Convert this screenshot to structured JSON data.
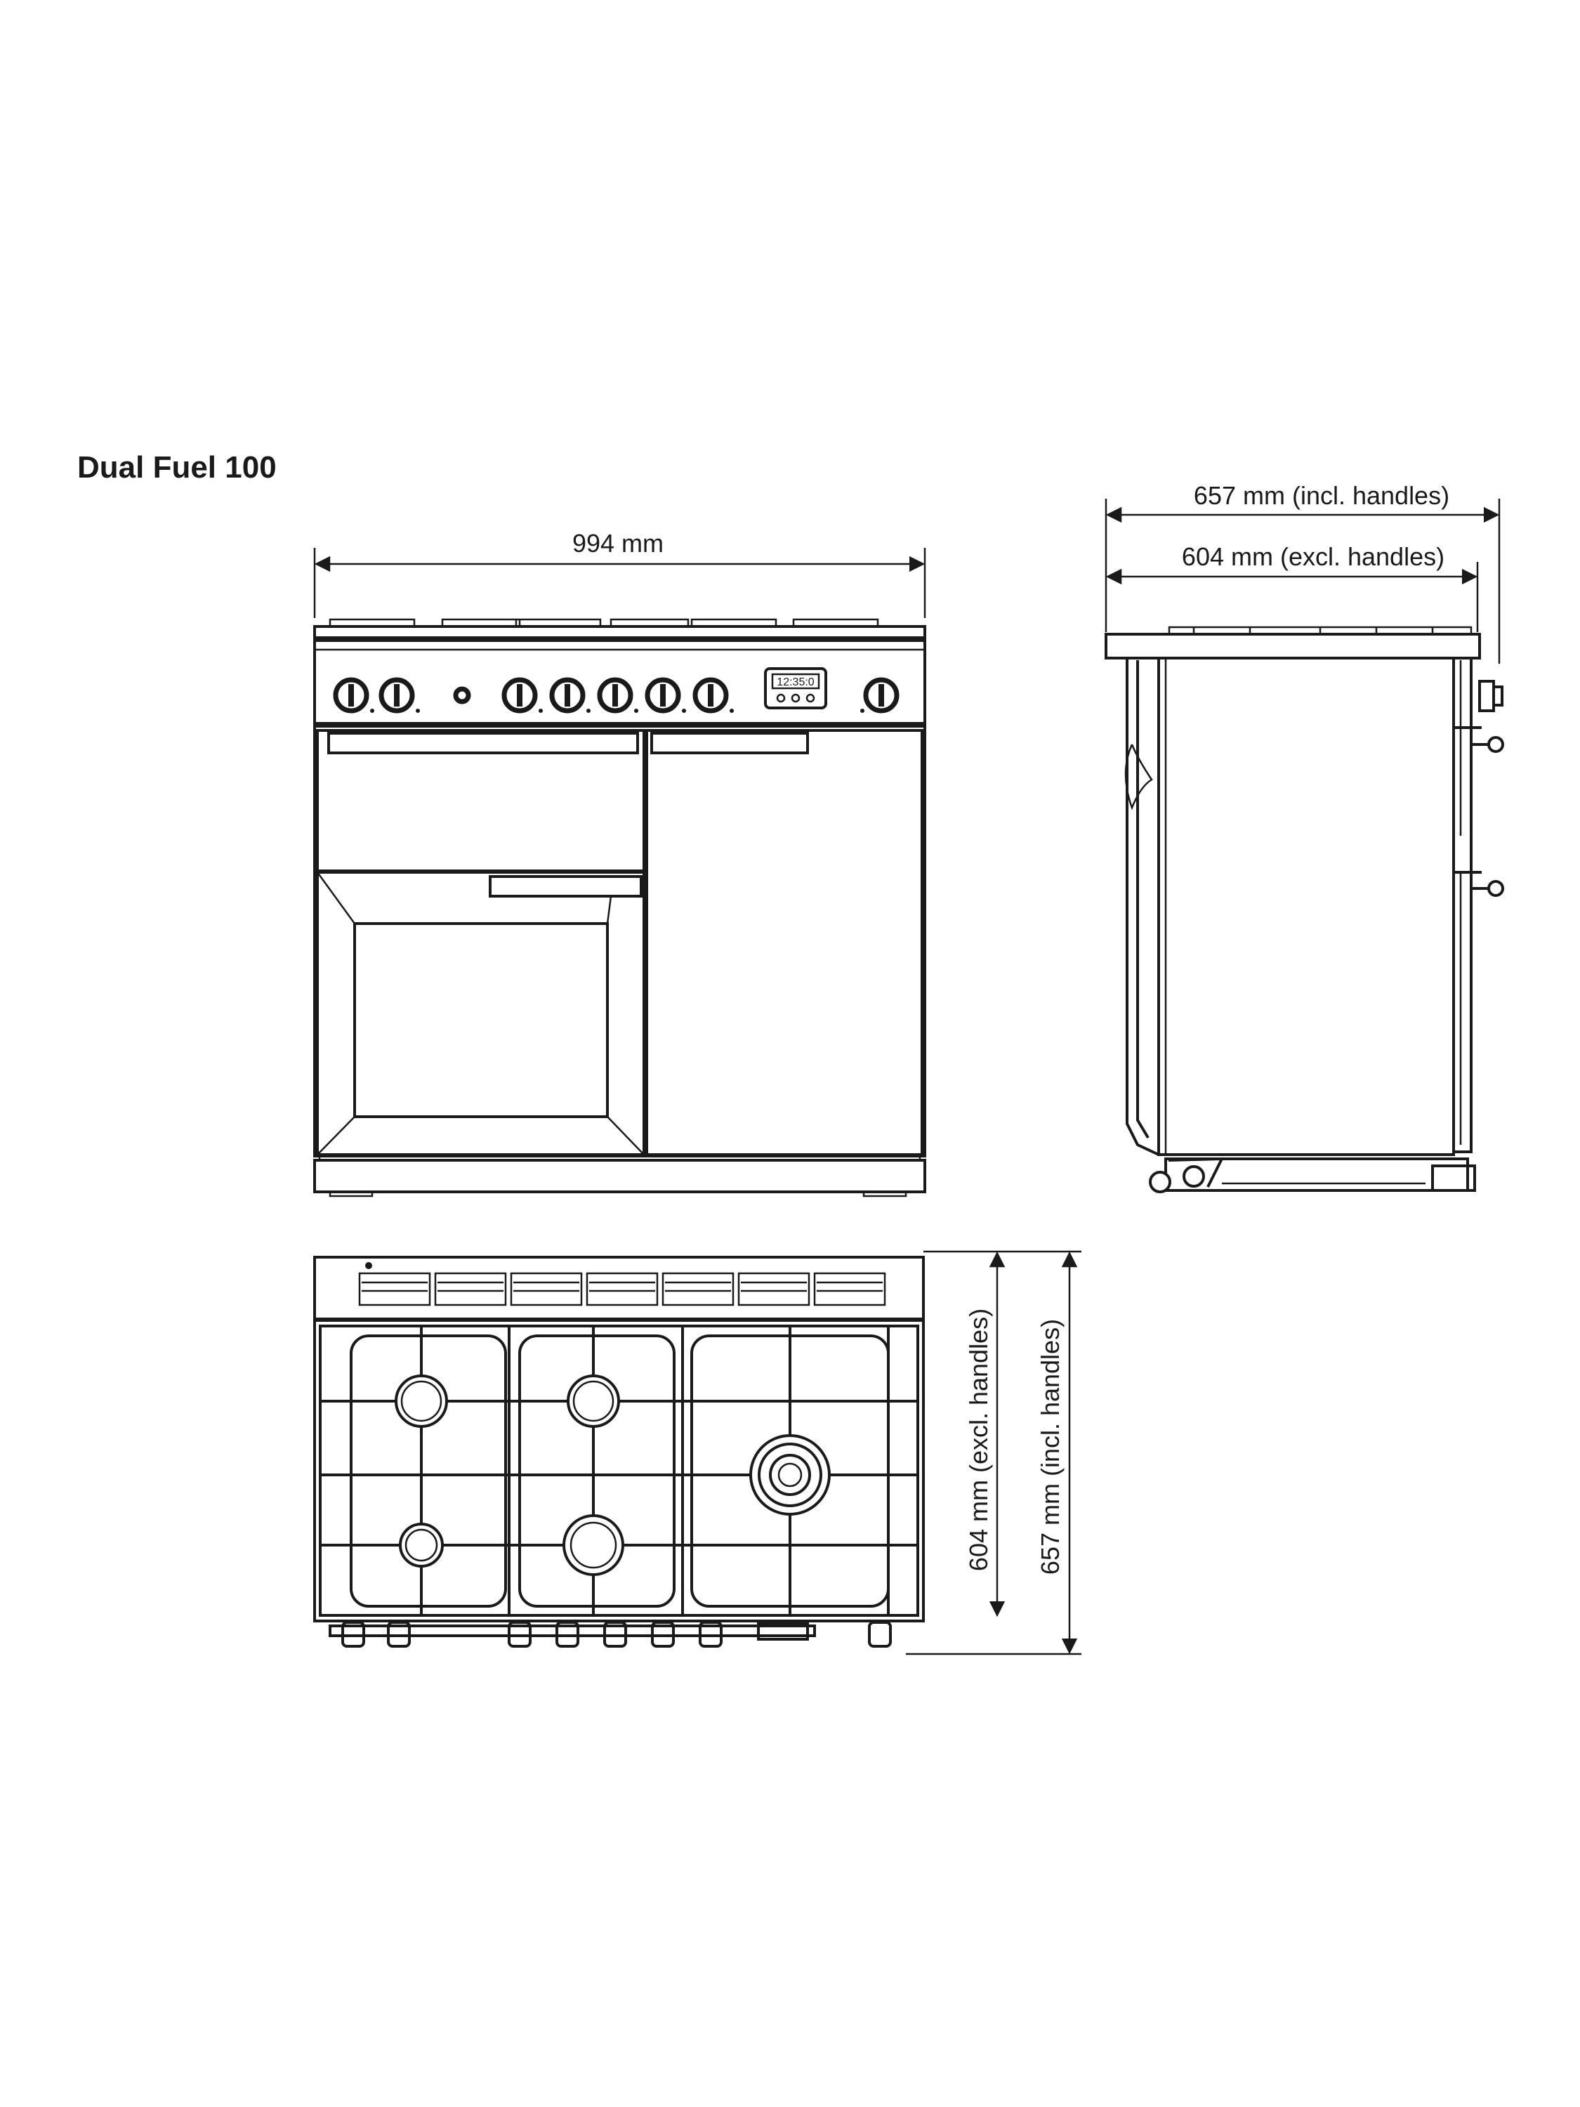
{
  "title": "Dual Fuel 100",
  "front_view": {
    "width_label": "994 mm",
    "clock_display": "12:35:0"
  },
  "side_view": {
    "depth_incl_label": "657 mm (incl. handles)",
    "depth_excl_label": "604 mm (excl. handles)"
  },
  "top_view": {
    "depth_excl_label": "604 mm (excl. handles)",
    "depth_incl_label": "657 mm (incl. handles)"
  }
}
